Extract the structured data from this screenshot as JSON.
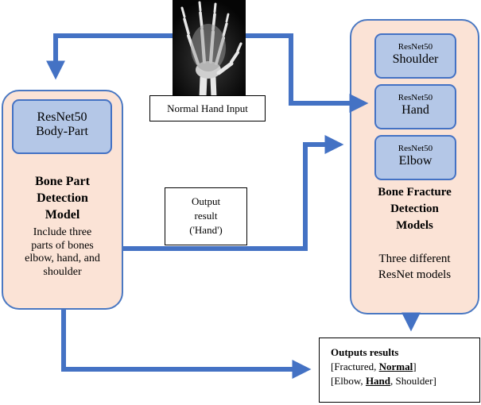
{
  "input": {
    "caption": "Normal Hand Input",
    "image": "hand-x-ray"
  },
  "left_panel": {
    "model_line1": "ResNet50",
    "model_line2": "Body-Part",
    "title_line1": "Bone Part",
    "title_line2": "Detection",
    "title_line3": "Model",
    "desc_line1": "Include three",
    "desc_line2": "parts of bones",
    "desc_line3": "elbow, hand, and",
    "desc_line4": "shoulder"
  },
  "right_panel": {
    "models": [
      {
        "line1": "ResNet50",
        "line2": "Shoulder"
      },
      {
        "line1": "ResNet50",
        "line2": "Hand"
      },
      {
        "line1": "ResNet50",
        "line2": "Elbow"
      }
    ],
    "title_line1": "Bone Fracture",
    "title_line2": "Detection",
    "title_line3": "Models",
    "desc_line1": "Three different",
    "desc_line2": "ResNet models"
  },
  "output_result": {
    "line1": "Output",
    "line2": "result",
    "line3": "('Hand')"
  },
  "outputs": {
    "title": "Outputs results",
    "row1_prefix": "[Fractured, ",
    "row1_highlight": "Normal",
    "row1_suffix": "]",
    "row2_prefix": "[Elbow, ",
    "row2_highlight": "Hand",
    "row2_suffix": ", Shoulder]"
  },
  "colors": {
    "arrow": "#4472c4",
    "panel_fill": "#fbe3d6",
    "model_fill": "#b4c7e7"
  }
}
